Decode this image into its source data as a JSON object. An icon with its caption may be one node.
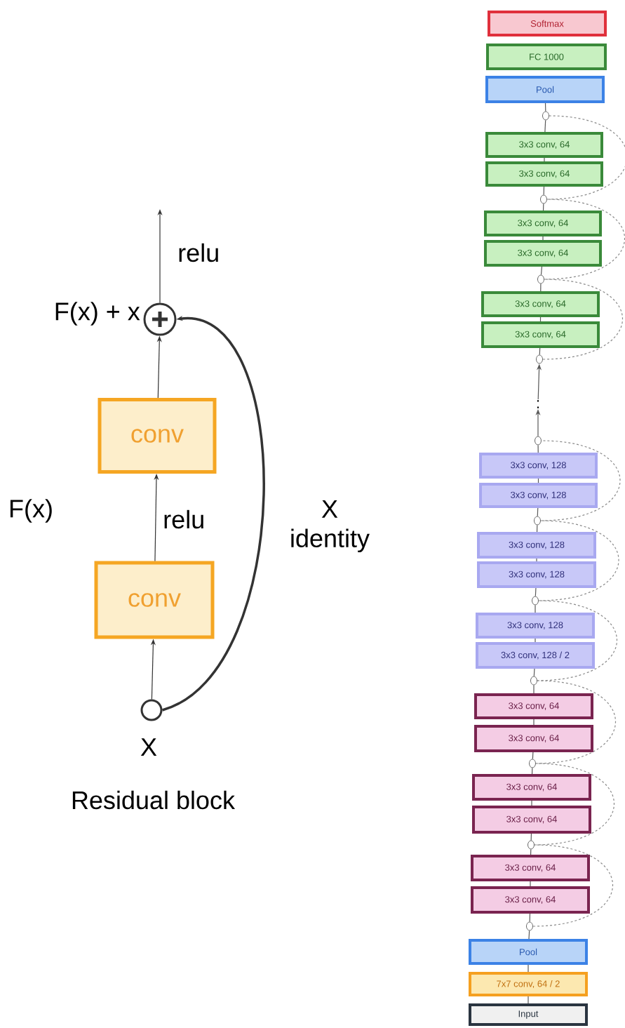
{
  "diagram": {
    "caption": "Residual block",
    "nodes": [
      {
        "text": [],
        "shape": "circle",
        "beside": [
          "F(x) + x"
        ]
      },
      {
        "text": [
          "conv"
        ]
      },
      {
        "text": [
          "conv"
        ]
      },
      {
        "text": [],
        "shape": "circle",
        "beside": [
          "X"
        ]
      },
      {
        "text": [
          "Softmax"
        ]
      },
      {
        "text": [
          "FC 1000"
        ]
      },
      {
        "text": [
          "Pool"
        ]
      },
      {
        "text": [],
        "shape": "circle"
      },
      {
        "text": [
          "3x3 conv, 64"
        ]
      },
      {
        "text": [
          "3x3 conv, 64"
        ]
      },
      {
        "text": [],
        "shape": "circle"
      },
      {
        "text": [
          "3x3 conv, 64"
        ]
      },
      {
        "text": [
          "3x3 conv, 64"
        ]
      },
      {
        "text": [],
        "shape": "circle"
      },
      {
        "text": [
          "3x3 conv, 64"
        ]
      },
      {
        "text": [
          "3x3 conv, 64"
        ]
      },
      {
        "text": [],
        "shape": "circle"
      },
      {
        "text": [
          ":"
        ]
      },
      {
        "text": [],
        "shape": "circle"
      },
      {
        "text": [
          "3x3 conv, 128"
        ]
      },
      {
        "text": [
          "3x3 conv, 128"
        ]
      },
      {
        "text": [],
        "shape": "circle"
      },
      {
        "text": [
          "3x3 conv, 128"
        ]
      },
      {
        "text": [
          "3x3 conv, 128"
        ]
      },
      {
        "text": [],
        "shape": "circle"
      },
      {
        "text": [
          "3x3 conv, 128"
        ]
      },
      {
        "text": [
          "3x3 conv, 128 / 2"
        ]
      },
      {
        "text": [],
        "shape": "circle"
      },
      {
        "text": [
          "3x3 conv, 64"
        ]
      },
      {
        "text": [
          "3x3 conv, 64"
        ]
      },
      {
        "text": [],
        "shape": "circle"
      },
      {
        "text": [
          "3x3 conv, 64"
        ]
      },
      {
        "text": [
          "3x3 conv, 64"
        ]
      },
      {
        "text": [],
        "shape": "circle"
      },
      {
        "text": [
          "3x3 conv, 64"
        ]
      },
      {
        "text": [
          "3x3 conv, 64"
        ]
      },
      {
        "text": [],
        "shape": "circle"
      },
      {
        "text": [
          "Pool"
        ]
      },
      {
        "text": [
          "7x7 conv, 64 / 2"
        ]
      },
      {
        "text": [
          "Input"
        ]
      }
    ],
    "edges": [
      {
        "from": 3,
        "to": 2,
        "arrow": "to"
      },
      {
        "from": 2,
        "to": 1,
        "arrow": "to",
        "label": "relu"
      },
      {
        "from": 1,
        "to": 0,
        "arrow": "to"
      },
      {
        "from": 3,
        "to": 0,
        "arrow": "to",
        "style": "thick",
        "label": "X identity"
      },
      {
        "from": 0,
        "to": null,
        "arrow": "to",
        "label": "relu"
      },
      {
        "from": 39,
        "to": 38,
        "arrow": "none"
      },
      {
        "from": 38,
        "to": 37,
        "arrow": "none"
      },
      {
        "from": 37,
        "to": 36,
        "arrow": "none"
      },
      {
        "from": 36,
        "to": 35,
        "arrow": "none"
      },
      {
        "from": 35,
        "to": 34,
        "arrow": "none"
      },
      {
        "from": 34,
        "to": 33,
        "arrow": "none"
      },
      {
        "from": 33,
        "to": 32,
        "arrow": "none"
      },
      {
        "from": 32,
        "to": 31,
        "arrow": "none"
      },
      {
        "from": 31,
        "to": 30,
        "arrow": "none"
      },
      {
        "from": 30,
        "to": 29,
        "arrow": "none"
      },
      {
        "from": 29,
        "to": 28,
        "arrow": "none"
      },
      {
        "from": 28,
        "to": 27,
        "arrow": "none"
      },
      {
        "from": 27,
        "to": 26,
        "arrow": "none"
      },
      {
        "from": 26,
        "to": 25,
        "arrow": "none"
      },
      {
        "from": 25,
        "to": 24,
        "arrow": "none"
      },
      {
        "from": 24,
        "to": 23,
        "arrow": "none"
      },
      {
        "from": 23,
        "to": 22,
        "arrow": "none"
      },
      {
        "from": 22,
        "to": 21,
        "arrow": "none"
      },
      {
        "from": 21,
        "to": 20,
        "arrow": "none"
      },
      {
        "from": 20,
        "to": 19,
        "arrow": "none"
      },
      {
        "from": 19,
        "to": 18,
        "arrow": "none"
      },
      {
        "from": 18,
        "to": 17,
        "arrow": "to"
      },
      {
        "from": 17,
        "to": 16,
        "arrow": "to"
      },
      {
        "from": 16,
        "to": 15,
        "arrow": "none"
      },
      {
        "from": 15,
        "to": 14,
        "arrow": "none"
      },
      {
        "from": 14,
        "to": 13,
        "arrow": "none"
      },
      {
        "from": 13,
        "to": 12,
        "arrow": "none"
      },
      {
        "from": 12,
        "to": 11,
        "arrow": "none"
      },
      {
        "from": 11,
        "to": 10,
        "arrow": "none"
      },
      {
        "from": 10,
        "to": 9,
        "arrow": "none"
      },
      {
        "from": 9,
        "to": 8,
        "arrow": "none"
      },
      {
        "from": 8,
        "to": 7,
        "arrow": "none"
      },
      {
        "from": 7,
        "to": 6,
        "arrow": "none"
      },
      {
        "from": 36,
        "to": 33,
        "arrow": "none",
        "style": "dashed",
        "color": "#8a8a8a"
      },
      {
        "from": 33,
        "to": 30,
        "arrow": "none",
        "style": "dashed",
        "color": "#8a8a8a"
      },
      {
        "from": 30,
        "to": 27,
        "arrow": "none",
        "style": "dashed",
        "color": "#8a8a8a"
      },
      {
        "from": 27,
        "to": 24,
        "arrow": "none",
        "style": "dashed",
        "color": "#8a8a8a"
      },
      {
        "from": 24,
        "to": 21,
        "arrow": "none",
        "style": "dashed",
        "color": "#8a8a8a"
      },
      {
        "from": 21,
        "to": 18,
        "arrow": "none",
        "style": "dashed",
        "color": "#8a8a8a"
      },
      {
        "from": 16,
        "to": 13,
        "arrow": "none",
        "style": "dashed",
        "color": "#8a8a8a"
      },
      {
        "from": 13,
        "to": 10,
        "arrow": "none",
        "style": "dashed",
        "color": "#8a8a8a"
      },
      {
        "from": 10,
        "to": 7,
        "arrow": "none",
        "style": "dashed",
        "color": "#8a8a8a"
      }
    ],
    "labels": [
      "F(x)"
    ]
  }
}
